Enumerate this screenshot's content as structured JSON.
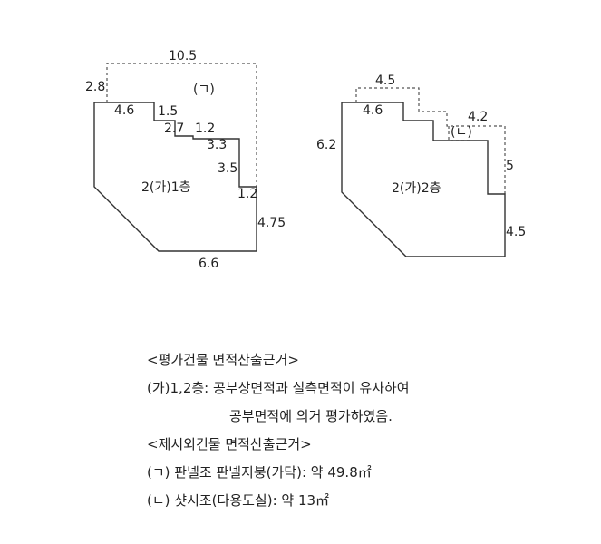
{
  "diagram": {
    "left_plan": {
      "label": "2(가)1층",
      "annex_label": "(ㄱ)",
      "dims": {
        "top_dashed": "10.5",
        "left_dashed": "2.8",
        "top": "4.6",
        "step1": "1.5",
        "step2": "2.7",
        "step3": "1.2",
        "step4": "3.3",
        "step5": "3.5",
        "step6": "1.2",
        "right": "4.75",
        "bottom": "6.6"
      }
    },
    "right_plan": {
      "label": "2(가)2층",
      "annex_label": "(ㄴ)",
      "dims": {
        "top_dashed": "4.5",
        "left": "6.2",
        "top": "4.6",
        "annex_width": "4.2",
        "annex_height": "5",
        "right": "4.5"
      }
    }
  },
  "notes": {
    "heading1": "<평가건물 면적산출근거>",
    "line1": "(가)1,2층: 공부상면적과 실측면적이 유사하여",
    "line2": "공부면적에 의거 평가하였음.",
    "heading2": "<제시외건물 면적산출근거>",
    "line3": "(ㄱ) 판넬조 판넬지붕(가닥): 약 49.8㎡",
    "line4": "(ㄴ) 샷시조(다용도실): 약 13㎡"
  }
}
